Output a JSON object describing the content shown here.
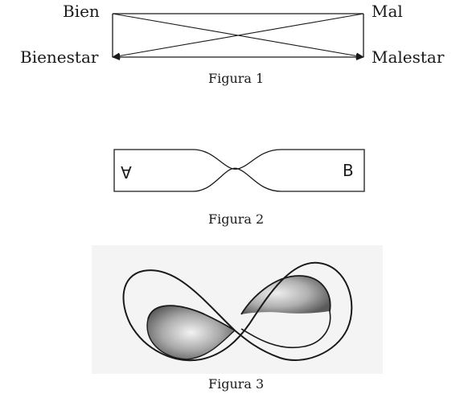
{
  "figure1": {
    "top_left": "Bien",
    "top_right": "Mal",
    "bottom_left": "Bienestar",
    "bottom_right": "Malestar",
    "caption": "Figura 1"
  },
  "figure2": {
    "left_letter": "A",
    "right_letter": "B",
    "caption": "Figura 2"
  },
  "figure3": {
    "caption": "Figura 3"
  }
}
